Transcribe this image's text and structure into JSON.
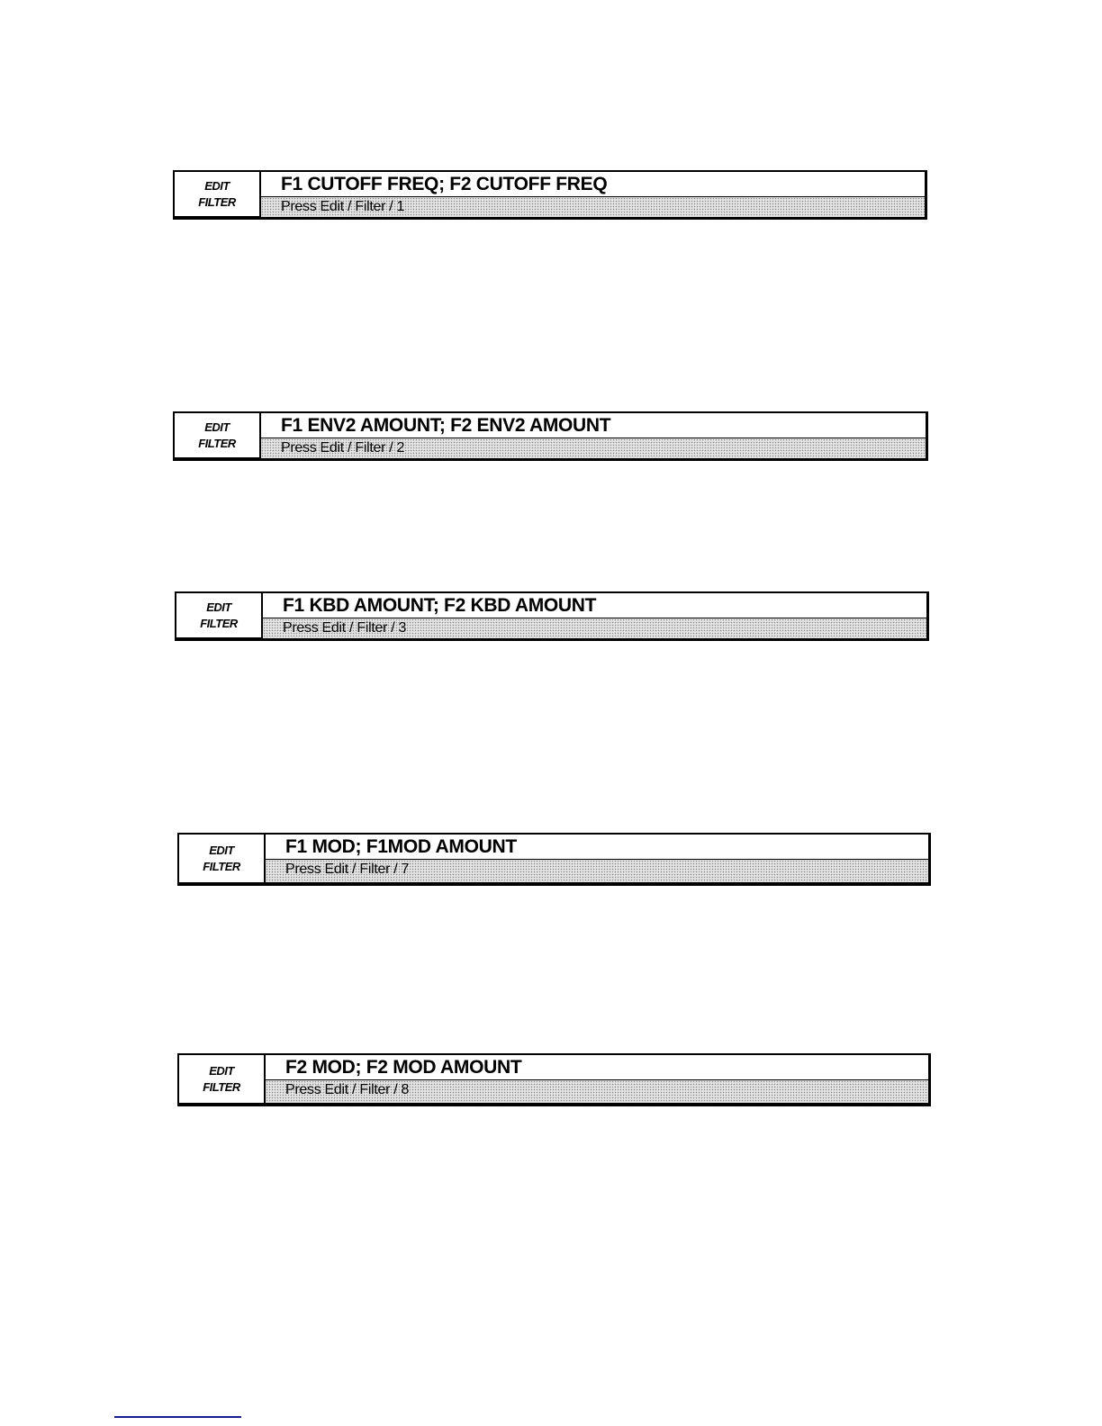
{
  "panels": [
    {
      "side_top": "EDIT",
      "side_bottom": "FILTER",
      "title": "F1 CUTOFF FREQ; F2 CUTOFF FREQ",
      "instruction": "Press Edit / Filter / 1"
    },
    {
      "side_top": "EDIT",
      "side_bottom": "FILTER",
      "title": "F1 ENV2 AMOUNT; F2 ENV2 AMOUNT",
      "instruction": "Press Edit / Filter / 2"
    },
    {
      "side_top": "EDIT",
      "side_bottom": "FILTER",
      "title": "F1 KBD AMOUNT; F2 KBD AMOUNT",
      "instruction": "Press Edit / Filter / 3"
    },
    {
      "side_top": "EDIT",
      "side_bottom": "FILTER",
      "title": "F1 MOD; F1MOD AMOUNT",
      "instruction": "Press Edit / Filter / 7"
    },
    {
      "side_top": "EDIT",
      "side_bottom": "FILTER",
      "title": "F2 MOD; F2 MOD AMOUNT",
      "instruction": "Press Edit / Filter / 8"
    }
  ],
  "colors": {
    "footer_rule": "#1a1a8c"
  }
}
